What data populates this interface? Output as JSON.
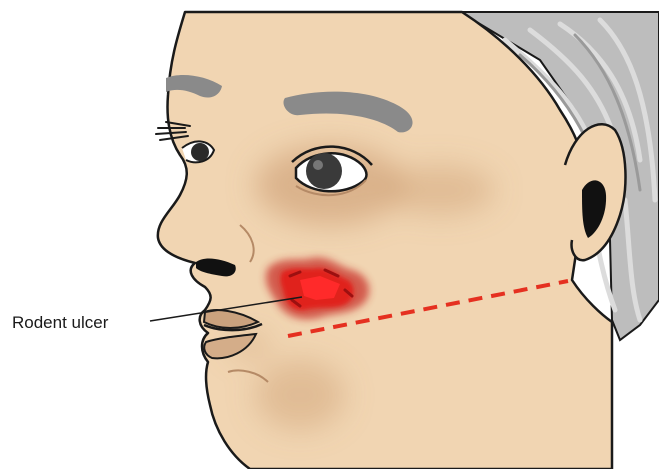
{
  "figure": {
    "annotation": "Rodent ulcer",
    "colors": {
      "skin": "#f1d5b2",
      "skin_shadow": "#d9b38d",
      "hair": "#b9b9b9",
      "hair_dark": "#8c8c8c",
      "brow": "#8a8a8a",
      "outline": "#1a1a1a",
      "ulcer": "#d42020",
      "ulcer_core": "#ee2222",
      "dashed_line": "#e53020"
    },
    "parts": [
      "face",
      "hair",
      "ear",
      "eyebrow",
      "eye",
      "eyelashes",
      "nose",
      "lips",
      "chin",
      "rodent-ulcer-lesion",
      "lymphatic-drainage-line",
      "label-leader-line"
    ]
  }
}
